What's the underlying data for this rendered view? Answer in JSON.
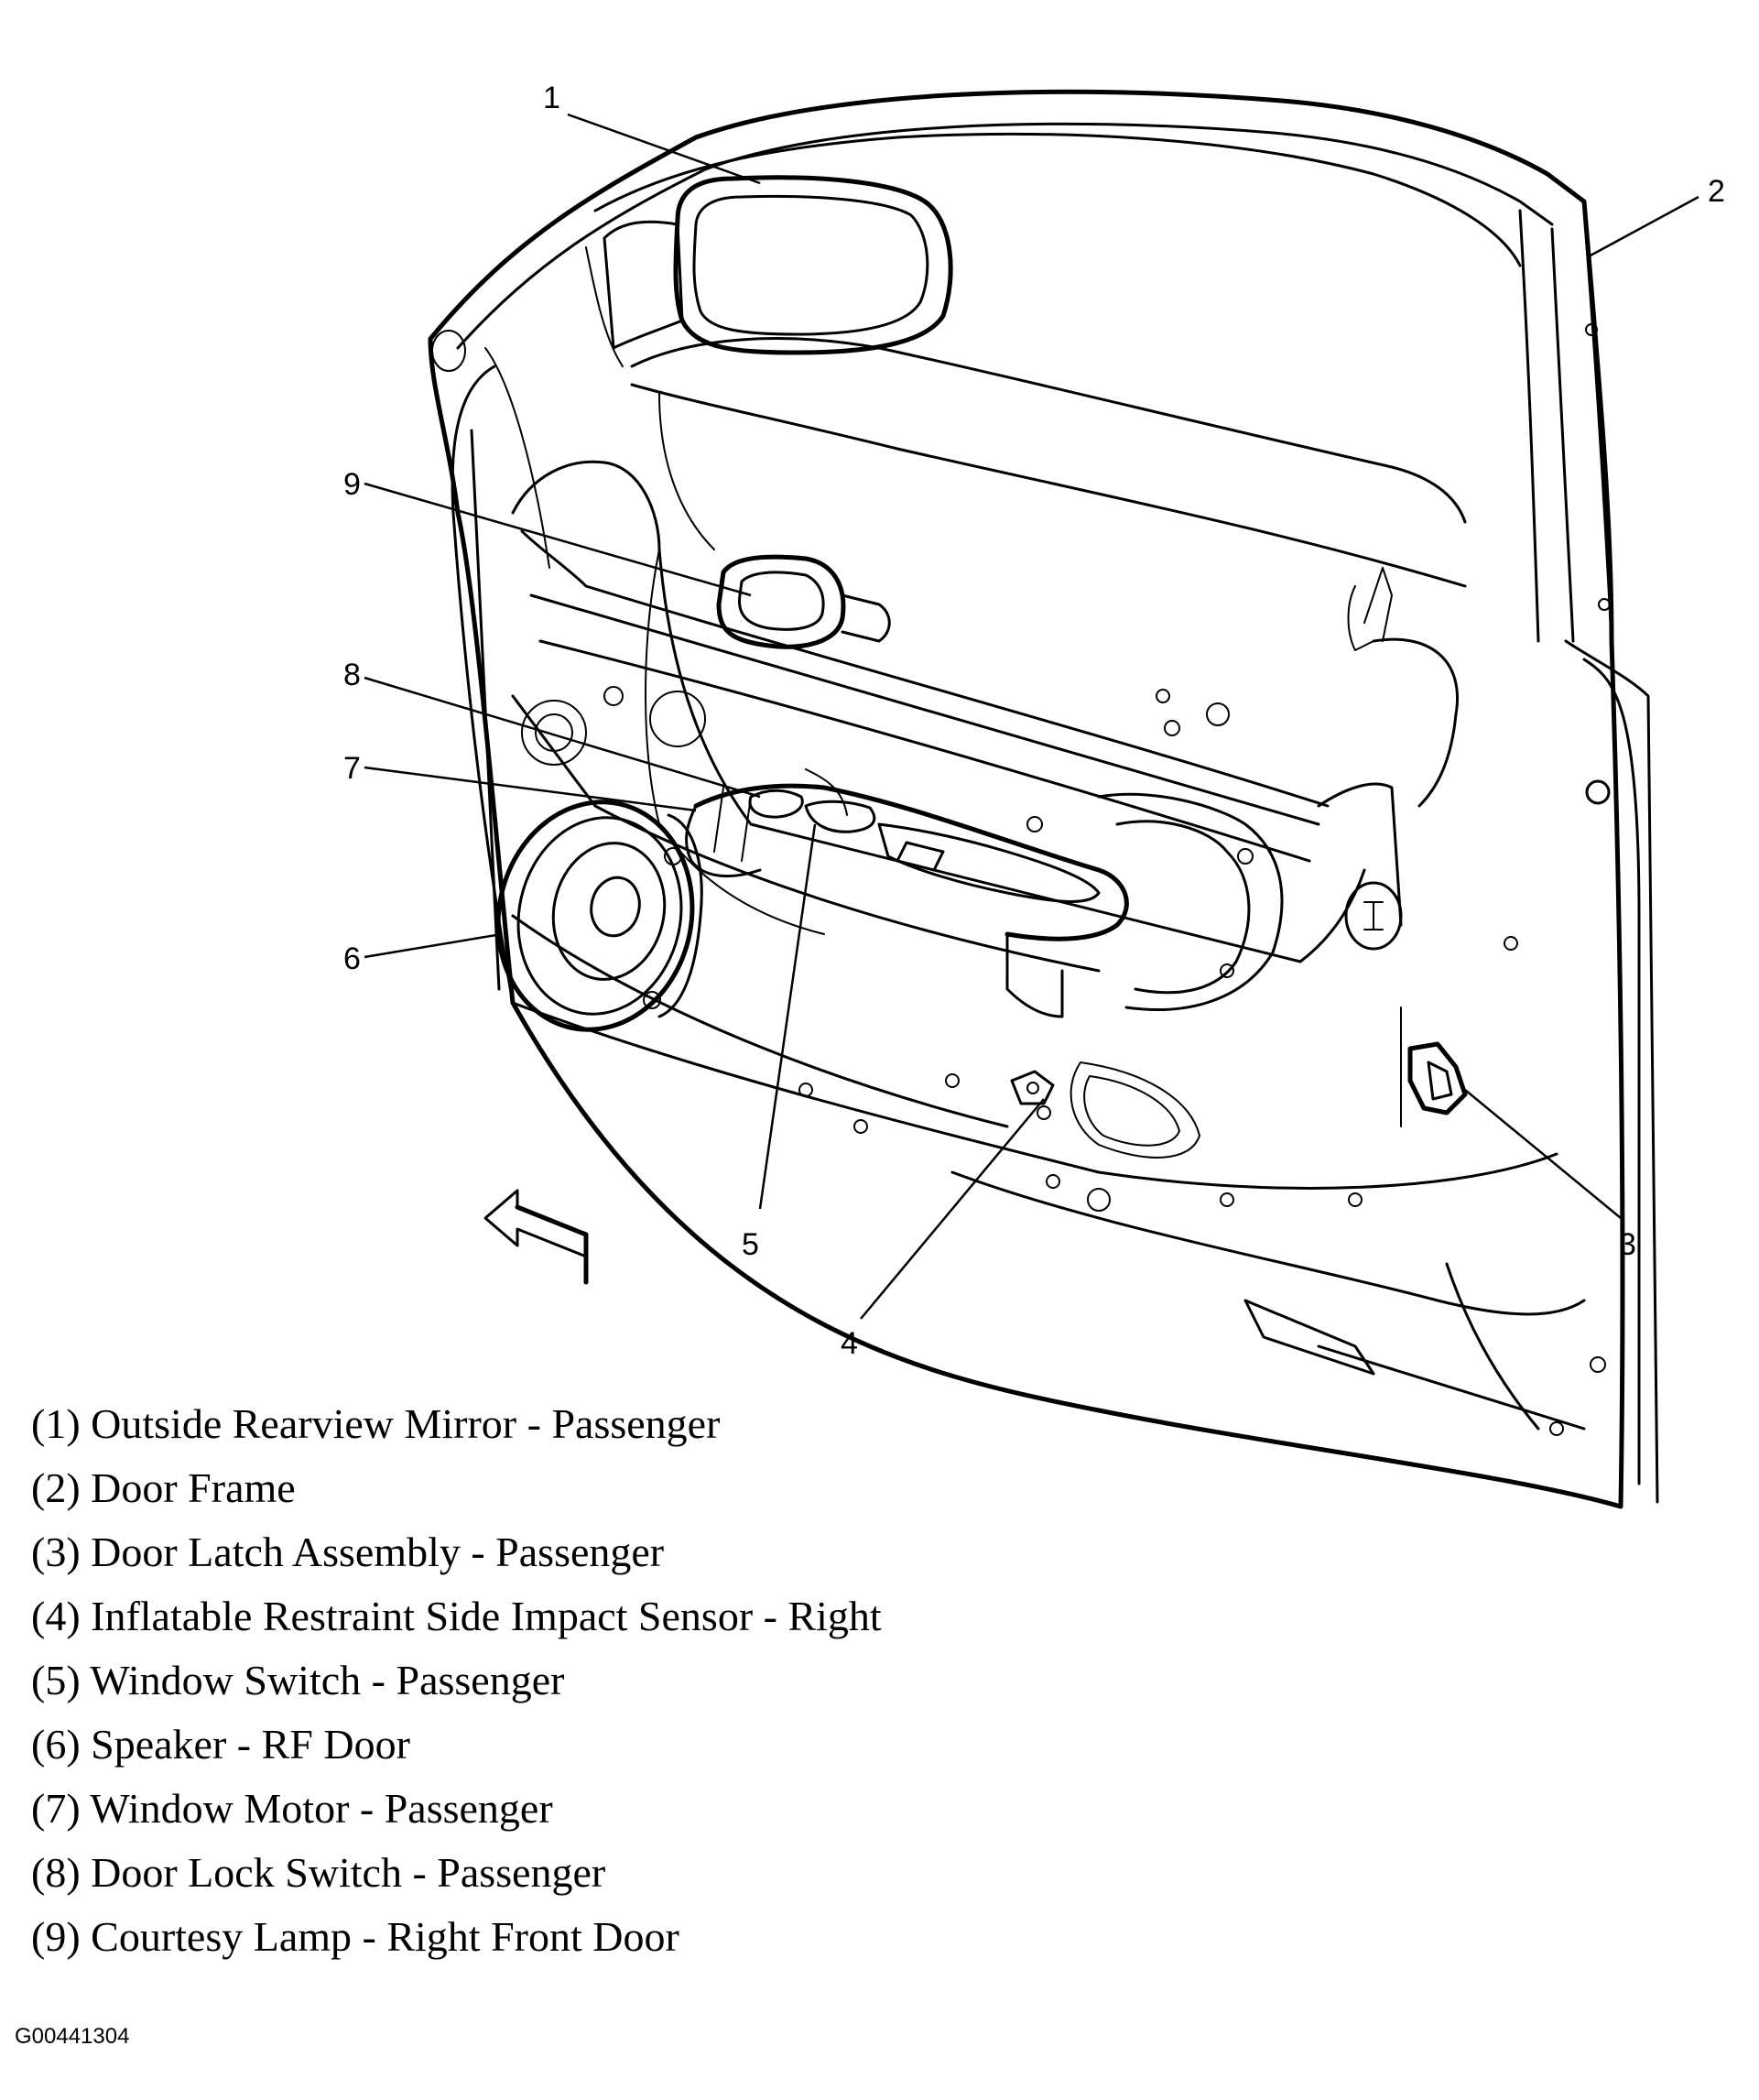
{
  "callouts": [
    "1",
    "2",
    "3",
    "4",
    "5",
    "6",
    "7",
    "8",
    "9"
  ],
  "legend": [
    "(1) Outside Rearview Mirror - Passenger",
    "(2) Door Frame",
    "(3) Door Latch Assembly - Passenger",
    "(4) Inflatable Restraint Side Impact Sensor - Right",
    "(5) Window Switch - Passenger",
    "(6) Speaker - RF Door",
    "(7) Window Motor - Passenger",
    "(8) Door Lock Switch - Passenger",
    "(9) Courtesy Lamp - Right Front Door"
  ],
  "figure_id": "G00441304",
  "icons": {
    "direction_arrow": "front-direction-arrow-icon"
  }
}
